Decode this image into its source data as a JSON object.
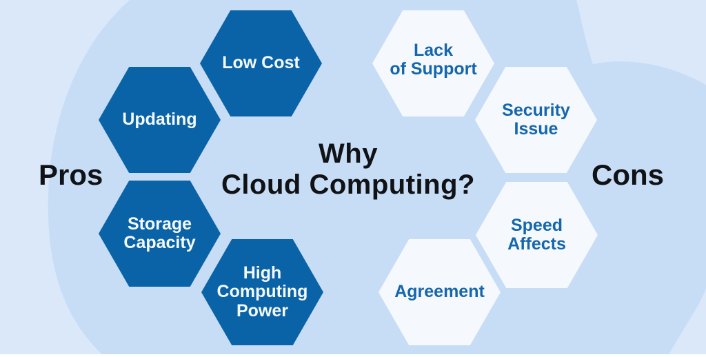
{
  "title": {
    "line1": "Why",
    "line2": "Cloud Computing?"
  },
  "labels": {
    "pros": "Pros",
    "cons": "Cons"
  },
  "pros_hexagons": {
    "low_cost": "Low Cost",
    "updating": "Updating",
    "storage_capacity": "Storage\nCapacity",
    "high_computing_power": "High\nComputing\nPower"
  },
  "cons_hexagons": {
    "lack_of_support": "Lack\nof Support",
    "security_issue": "Security\nIssue",
    "speed_affects": "Speed\nAffects",
    "agreement": "Agreement"
  },
  "colors": {
    "pro_hexagon_fill": "#0b63a7",
    "pro_hexagon_text": "#f4f9fd",
    "con_hexagon_fill": "#f5f9fd",
    "con_hexagon_text": "#1566ad",
    "heading_text": "#101216",
    "background_base": "#dbe8fa",
    "background_blob": "#c7ddf6"
  }
}
